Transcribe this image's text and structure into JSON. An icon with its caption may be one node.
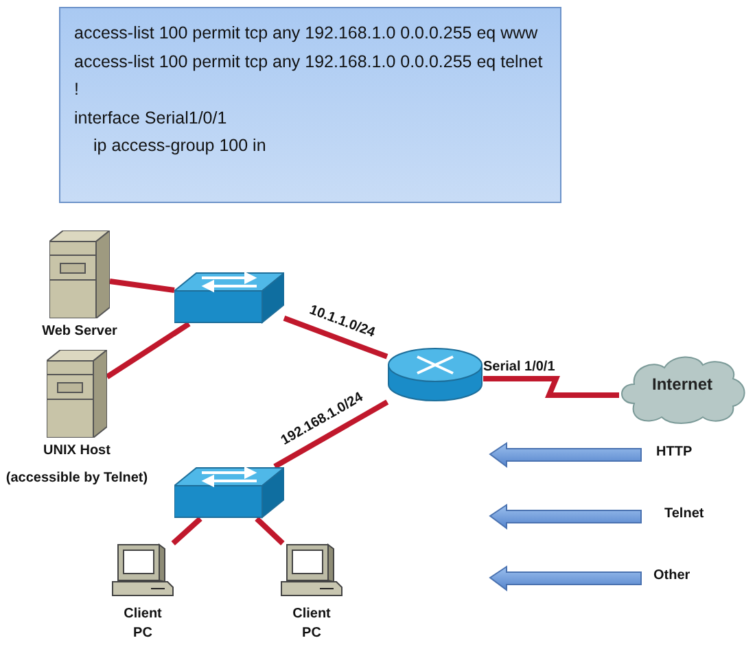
{
  "diagram": {
    "nodes": [
      {
        "text": [
          "access-list 100 permit tcp any 192.168.1.0 0.0.0.255 eq www",
          "access-list 100 permit tcp any 192.168.1.0 0.0.0.255 eq telnet",
          "!",
          "interface Serial1/0/1",
          "ip access-group 100 in"
        ]
      },
      {
        "text": [
          "Web Server"
        ]
      },
      {
        "text": [
          "UNIX Host",
          "(accessible by Telnet)"
        ]
      },
      {
        "text": [],
        "shape": "box"
      },
      {
        "text": [],
        "shape": "cylinder"
      },
      {
        "text": [],
        "shape": "box"
      },
      {
        "text": [
          "Client PC"
        ]
      },
      {
        "text": [
          "Client PC"
        ]
      },
      {
        "text": [
          "Internet"
        ]
      }
    ],
    "edges": [
      {
        "from": 1,
        "to": 3,
        "arrow": "none"
      },
      {
        "from": 2,
        "to": 3,
        "arrow": "none"
      },
      {
        "from": 3,
        "to": 4,
        "arrow": "none",
        "label": "10.1.1.0/24"
      },
      {
        "from": 5,
        "to": 4,
        "arrow": "none",
        "label": "192.168.1.0/24"
      },
      {
        "from": 5,
        "to": 6,
        "arrow": "none"
      },
      {
        "from": 5,
        "to": 7,
        "arrow": "none"
      },
      {
        "from": 4,
        "to": 8,
        "arrow": "none",
        "label": "Serial 1/0/1"
      }
    ],
    "labels": [
      "HTTP",
      "Telnet",
      "Other"
    ]
  }
}
